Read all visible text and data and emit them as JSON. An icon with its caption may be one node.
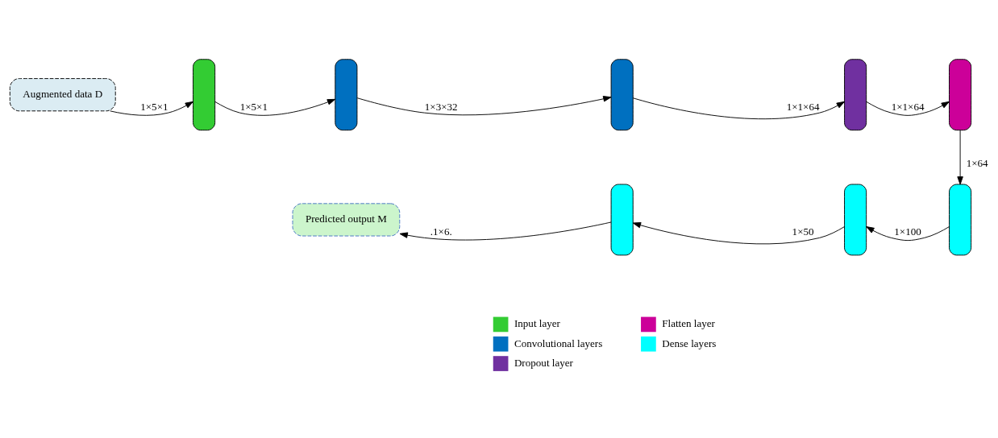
{
  "diagram": {
    "nodes": [
      {
        "text": [
          "Augmented data D"
        ]
      },
      {
        "text": [],
        "shape": "bar"
      },
      {
        "text": [],
        "shape": "bar"
      },
      {
        "text": [],
        "shape": "bar"
      },
      {
        "text": [],
        "shape": "bar"
      },
      {
        "text": [],
        "shape": "bar"
      },
      {
        "text": [],
        "shape": "bar"
      },
      {
        "text": [],
        "shape": "bar"
      },
      {
        "text": [],
        "shape": "bar"
      },
      {
        "text": [
          "Predicted output M"
        ]
      }
    ],
    "edges": [
      {
        "from": 0,
        "to": 1,
        "arrow": "to",
        "label": "1×5×1"
      },
      {
        "from": 1,
        "to": 2,
        "arrow": "to",
        "label": "1×5×1"
      },
      {
        "from": 2,
        "to": 3,
        "arrow": "to",
        "label": "1×3×32"
      },
      {
        "from": 3,
        "to": 4,
        "arrow": "to",
        "label": "1×1×64"
      },
      {
        "from": 4,
        "to": 5,
        "arrow": "to",
        "label": "1×1×64"
      },
      {
        "from": 5,
        "to": 6,
        "arrow": "to",
        "label": "1×64"
      },
      {
        "from": 6,
        "to": 7,
        "arrow": "to",
        "label": "1×100"
      },
      {
        "from": 7,
        "to": 8,
        "arrow": "to",
        "label": "1×50"
      },
      {
        "from": 8,
        "to": 9,
        "arrow": "to",
        "label": ".1×6."
      }
    ],
    "legend": [
      {
        "text": "Input layer",
        "color": "#33cc33"
      },
      {
        "text": "Flatten layer",
        "color": "#cc0099"
      },
      {
        "text": "Convolutional layers",
        "color": "#0070c0"
      },
      {
        "text": "Dense layers",
        "color": "#00ffff"
      },
      {
        "text": "Dropout layer",
        "color": "#7030a0"
      }
    ]
  }
}
